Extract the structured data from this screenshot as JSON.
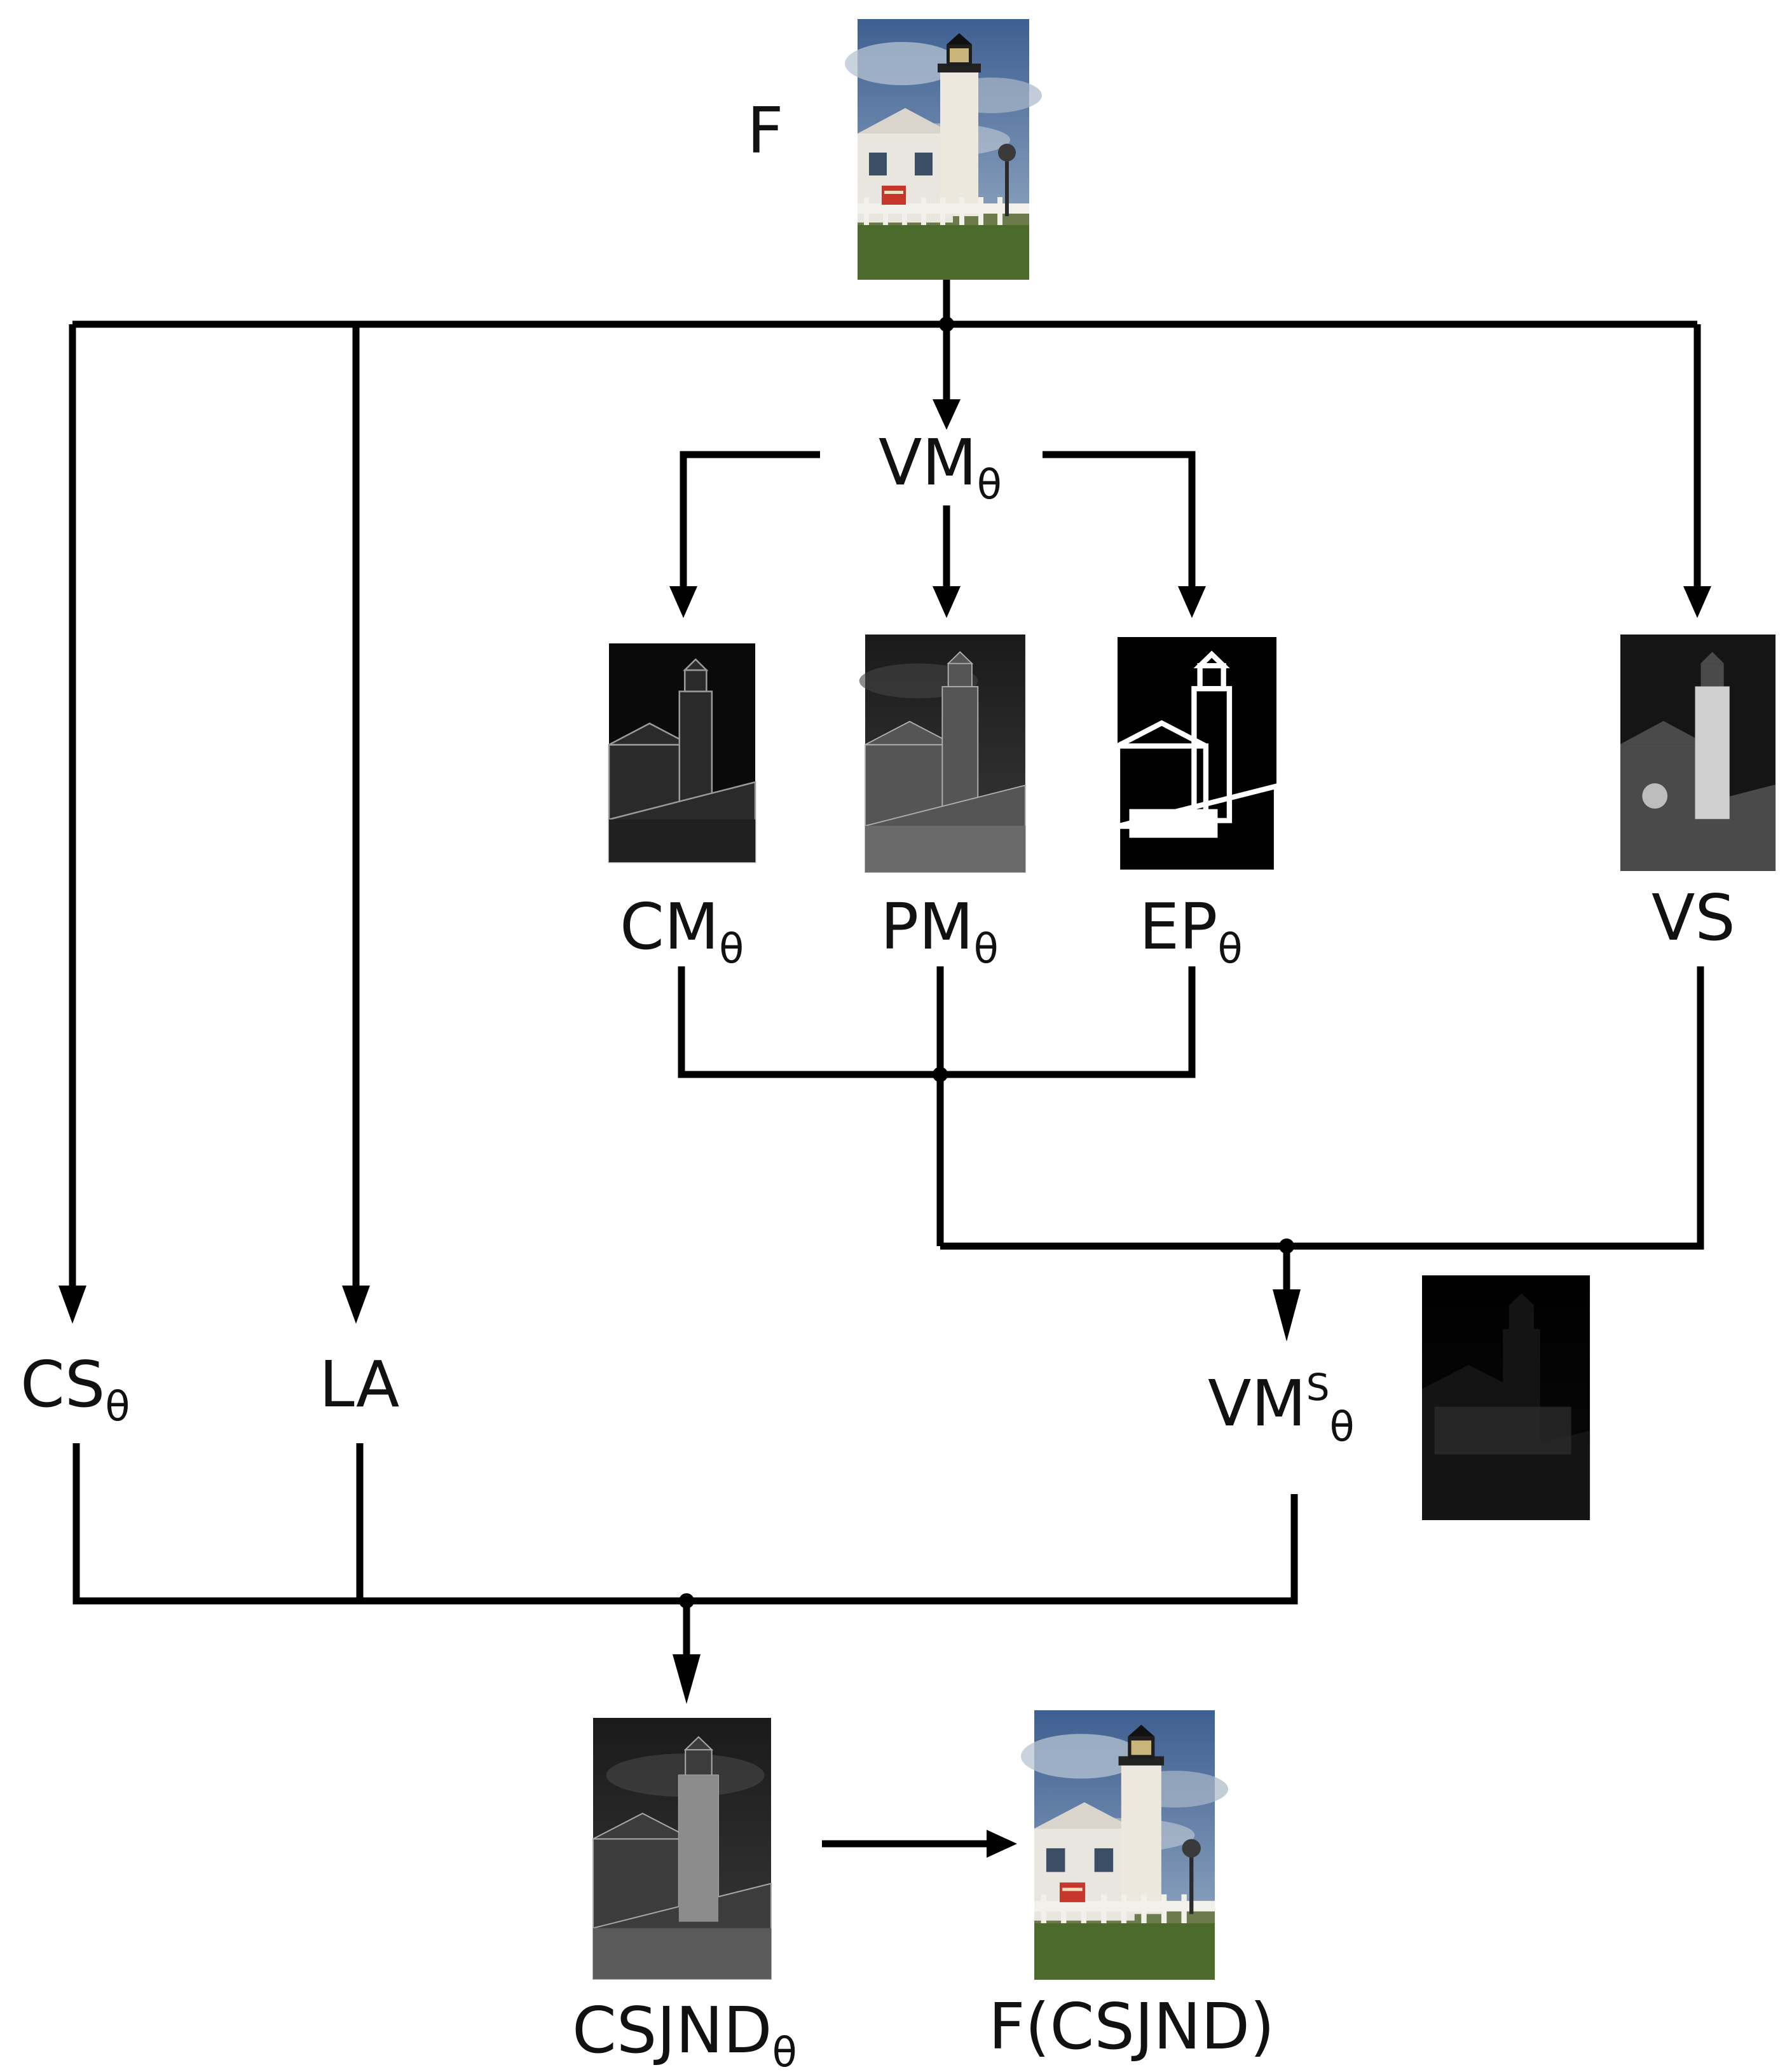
{
  "nodes": {
    "input": {
      "main": "F"
    },
    "vm": {
      "main": "VM",
      "sub": "θ"
    },
    "cm": {
      "main": "CM",
      "sub": "θ"
    },
    "pm": {
      "main": "PM",
      "sub": "θ"
    },
    "ep": {
      "main": "EP",
      "sub": "θ"
    },
    "vs": {
      "main": "VS"
    },
    "cs": {
      "main": "CS",
      "sub": "θ"
    },
    "la": {
      "main": "LA"
    },
    "vms": {
      "main": "VM",
      "sup": "S",
      "sub": "θ"
    },
    "csjnd": {
      "main": "CSJND",
      "sub": "θ"
    },
    "output": {
      "main": "F(CSJND)"
    }
  },
  "images": {
    "input": {
      "kind": "color-photo-lighthouse"
    },
    "cm": {
      "kind": "contrast-masking-map"
    },
    "pm": {
      "kind": "pattern-masking-map"
    },
    "ep": {
      "kind": "edge-map"
    },
    "vs": {
      "kind": "visual-saliency-map"
    },
    "vms": {
      "kind": "dark-masking-map"
    },
    "csjnd": {
      "kind": "jnd-map"
    },
    "output": {
      "kind": "color-photo-lighthouse"
    }
  },
  "colors": {
    "line": "#000000",
    "sky": "#4a6a9a",
    "cloud": "#aebccc",
    "grass": "#4c6a2c",
    "tower": "#ece8dd"
  }
}
